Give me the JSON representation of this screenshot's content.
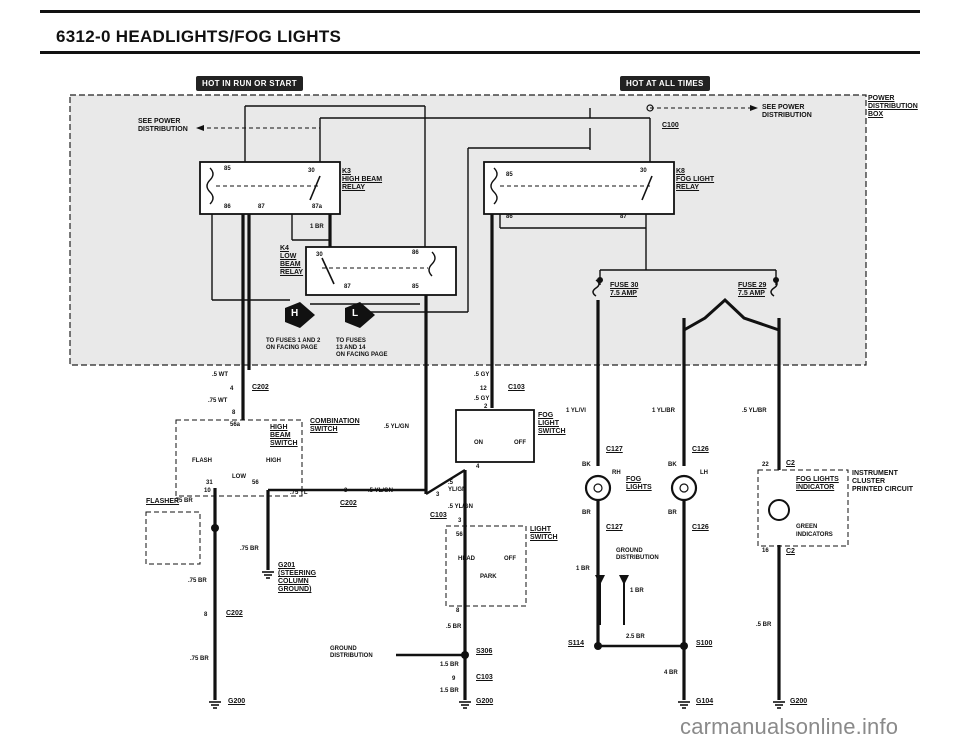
{
  "header": {
    "title": "6312-0  HEADLIGHTS/FOG LIGHTS"
  },
  "power": {
    "hot_run_start": "HOT IN RUN OR START",
    "hot_all_times": "HOT AT ALL TIMES",
    "see_power_left": "SEE POWER\nDISTRIBUTION",
    "see_power_right": "SEE POWER\nDISTRIBUTION",
    "power_box": "POWER\nDISTRIBUTION\nBOX",
    "c100": "C100"
  },
  "relays": {
    "k3": "K3\nHIGH BEAM\nRELAY",
    "k4": "K4\nLOW\nBEAM\nRELAY",
    "k8": "K8\nFOG LIGHT\nRELAY",
    "k3_pins": [
      "85",
      "30",
      "86",
      "87a",
      "87"
    ],
    "k4_pins": [
      "30",
      "86",
      "87",
      "85"
    ],
    "k8_pins": [
      "85",
      "30",
      "86",
      "87"
    ]
  },
  "fuses": {
    "fuse30": "FUSE 30\n7.5 AMP",
    "fuse29": "FUSE 29\n7.5 AMP",
    "to_fuses_h": "TO FUSES 1 AND 2\nON FACING PAGE",
    "to_fuses_l": "TO FUSES\n13 AND 14\nON FACING PAGE",
    "h_letter": "H",
    "l_letter": "L"
  },
  "switches": {
    "combination": "COMBINATION\nSWITCH",
    "high_beam_switch": "HIGH\nBEAM\nSWITCH",
    "flash": "FLASH",
    "high": "HIGH",
    "low": "LOW",
    "pin56a": "56a",
    "pin31": "31",
    "pin56": "56",
    "flasher": "FLASHER",
    "fog_light_switch": "FOG\nLIGHT\nSWITCH",
    "on": "ON",
    "off": "OFF",
    "light_switch": "LIGHT\nSWITCH",
    "head": "HEAD",
    "off2": "OFF",
    "park": "PARK",
    "pin56b": "56"
  },
  "wires": {
    "wt5": ".5 WT",
    "wt75": ".75 WT",
    "yl_gn5": ".5 YL/GN",
    "yl_gn5b": ".5 YL/GN",
    "gy5a": ".5 GY",
    "gy5b": ".5 GY",
    "yl75": ".75 YL",
    "yl_gn5c": ".5\nYL/GN",
    "yl_gn5d": ".5 YL/GN",
    "br75a": ".75 BR",
    "br75b": ".75 BR",
    "br75c": ".75 BR",
    "br75d": ".75 BR",
    "br1": "1 BR",
    "br5": ".5 BR",
    "br15a": "1.5 BR",
    "br15b": "1.5 BR",
    "yl_vi": "1 YL/VI",
    "yl_br1": "1 YL/BR",
    "yl_br5": ".5 YL/BR",
    "bk_l": "BK",
    "bk_r": "BK",
    "br_l": "BR",
    "br_r": "BR",
    "br1_l": "1 BR",
    "br1_r": "1 BR",
    "br25": "2.5 BR",
    "br4": "4 BR",
    "br5_r": ".5 BR"
  },
  "connectors": {
    "c202a": "C202",
    "c202a_pin": "4",
    "pin8a": "8",
    "pin10": "10",
    "c202b": "C202",
    "c202b_pin": "3",
    "c103a": "C103",
    "c103a_pin": "12",
    "pin2": "2",
    "pin4": "4",
    "c103b": "C103",
    "c103b_pin": "3",
    "c202c": "C202",
    "c202c_pin": "8",
    "pin8b": "8",
    "c127a": "C127",
    "c126a": "C126",
    "c127b": "C127",
    "c126b": "C126",
    "c2a": "C2",
    "c2a_pin": "22",
    "c2b": "C2",
    "c2b_pin": "16",
    "c103c": "C103",
    "c103c_pin": "9",
    "pin3": "3"
  },
  "grounds": {
    "g201": "G201\n(STEERING\nCOLUMN\nGROUND)",
    "g200a": "G200",
    "g200b": "G200",
    "g104": "G104",
    "g200c": "G200",
    "s306": "S306",
    "s114": "S114",
    "s100": "S100",
    "ground_dist_a": "GROUND\nDISTRIBUTION",
    "ground_dist_b": "GROUND\nDISTRIBUTION"
  },
  "lights": {
    "rh": "RH",
    "lh": "LH",
    "fog_lights": "FOG\nLIGHTS",
    "fog_indicator": "FOG LIGHTS\nINDICATOR",
    "green": "GREEN",
    "indicators": "INDICATORS",
    "instrument_cluster": "INSTRUMENT\nCLUSTER\nPRINTED CIRCUIT"
  },
  "watermark": {
    "text": "carmanualsonline.info"
  }
}
